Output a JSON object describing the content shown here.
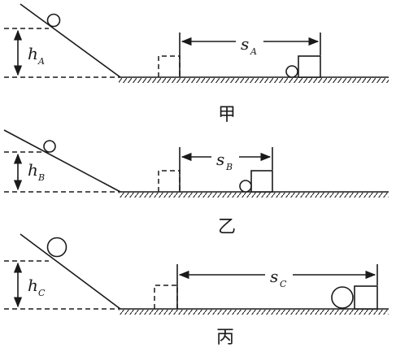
{
  "panels": [
    {
      "height_symbol": "h",
      "height_subscript": "A",
      "distance_symbol": "s",
      "distance_subscript": "A",
      "caption": "甲"
    },
    {
      "height_symbol": "h",
      "height_subscript": "B",
      "distance_symbol": "s",
      "distance_subscript": "B",
      "caption": "乙"
    },
    {
      "height_symbol": "h",
      "height_subscript": "C",
      "distance_symbol": "s",
      "distance_subscript": "C",
      "caption": "丙"
    }
  ]
}
